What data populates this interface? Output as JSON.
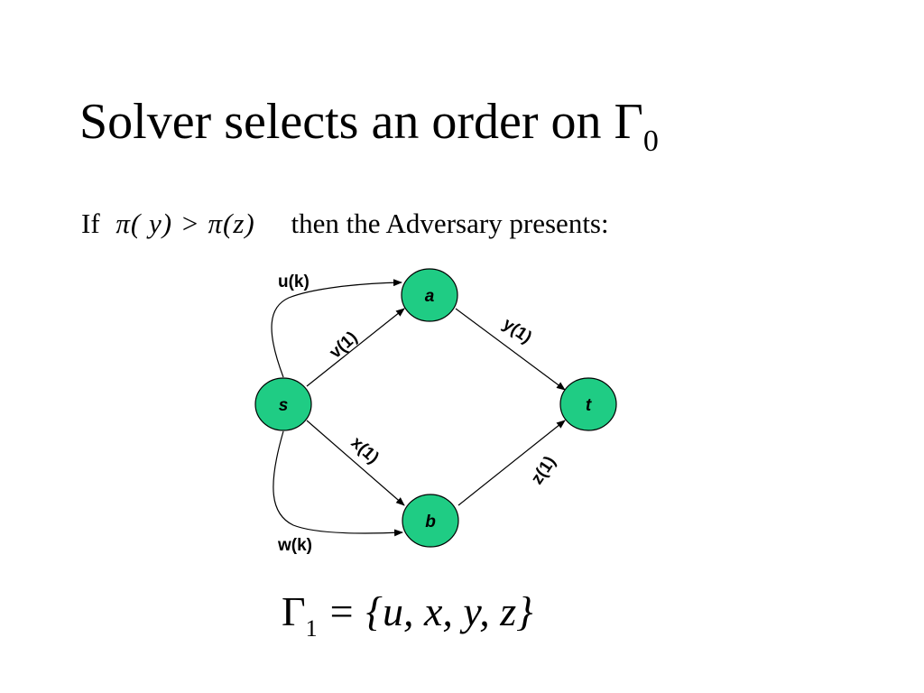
{
  "title": {
    "text": "Solver selects an order on ",
    "symbol": "Γ",
    "subscript": "0"
  },
  "condition": {
    "prefix": "If",
    "math": "π( y) > π(z)",
    "suffix": "then the Adversary presents:"
  },
  "graph": {
    "nodes": {
      "s": "s",
      "a": "a",
      "b": "b",
      "t": "t"
    },
    "edges": {
      "u": "u(k)",
      "v": "v(1)",
      "y": "y(1)",
      "x": "x(1)",
      "z": "z(1)",
      "w": "w(k)"
    },
    "colors": {
      "node_fill": "#1fcc84",
      "stroke": "#000000"
    }
  },
  "result": {
    "symbol": "Γ",
    "subscript": "1",
    "equals": "=",
    "set": "{u, x, y, z}"
  }
}
